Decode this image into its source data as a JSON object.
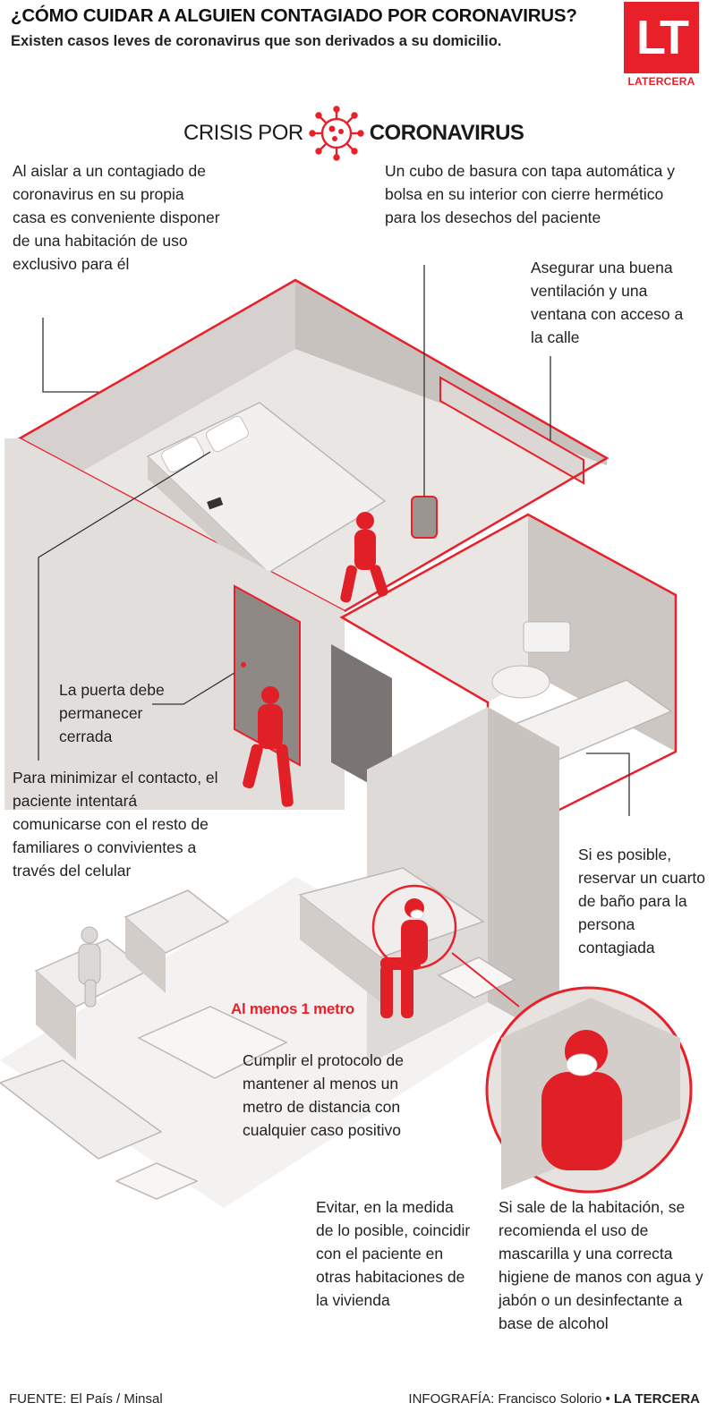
{
  "header": {
    "title": "¿CÓMO CUIDAR A ALGUIEN CONTAGIADO POR CORONAVIRUS?",
    "subtitle": "Existen casos leves de coronavirus que son derivados a su domicilio."
  },
  "logo": {
    "mark": "LT",
    "name": "LATERCERA"
  },
  "section": {
    "part1": "CRISIS POR",
    "part2": "CORONAVIRUS",
    "icon": "virus-icon"
  },
  "notes": {
    "isolate": "Al aislar a un contagiado de coronavirus en su propia casa es conveniente disponer de una habitación de uso exclusivo para él",
    "trash": "Un cubo de basura con tapa automática y bolsa en su interior con cierre hermético para los desechos del paciente",
    "ventilation": "Asegurar una buena ventilación y una ventana con acceso a la calle",
    "door": "La puerta debe permanecer cerrada",
    "phone": "Para minimizar el contacto, el paciente intentará comunicarse con el resto de familiares o convivientes a través del celular",
    "bathroom": "Si es posible, reservar un cuarto de baño para la persona contagiada",
    "distance_label": "Al menos 1 metro",
    "protocol": "Cumplir el protocolo de mantener al menos un metro de distancia con cualquier caso positivo",
    "avoid": "Evitar, en la medida de lo posible, coincidir con el paciente en otras habitaciones de la vivienda",
    "mask": "Si sale de la habitación, se recomienda el uso de mascarilla y una correcta higiene de manos con agua y jabón o un desinfectante a base de alcohol"
  },
  "footer": {
    "source": "FUENTE: El País / Minsal",
    "credit_prefix": "INFOGRAFÍA: Francisco Solorio •",
    "credit_brand": "LA TERCERA"
  },
  "colors": {
    "accent": "#e8202a",
    "floor": "#e9e6e4",
    "wall": "#cfcac7",
    "wall_dark": "#b9b3b0",
    "furniture": "#f2f0ee"
  }
}
